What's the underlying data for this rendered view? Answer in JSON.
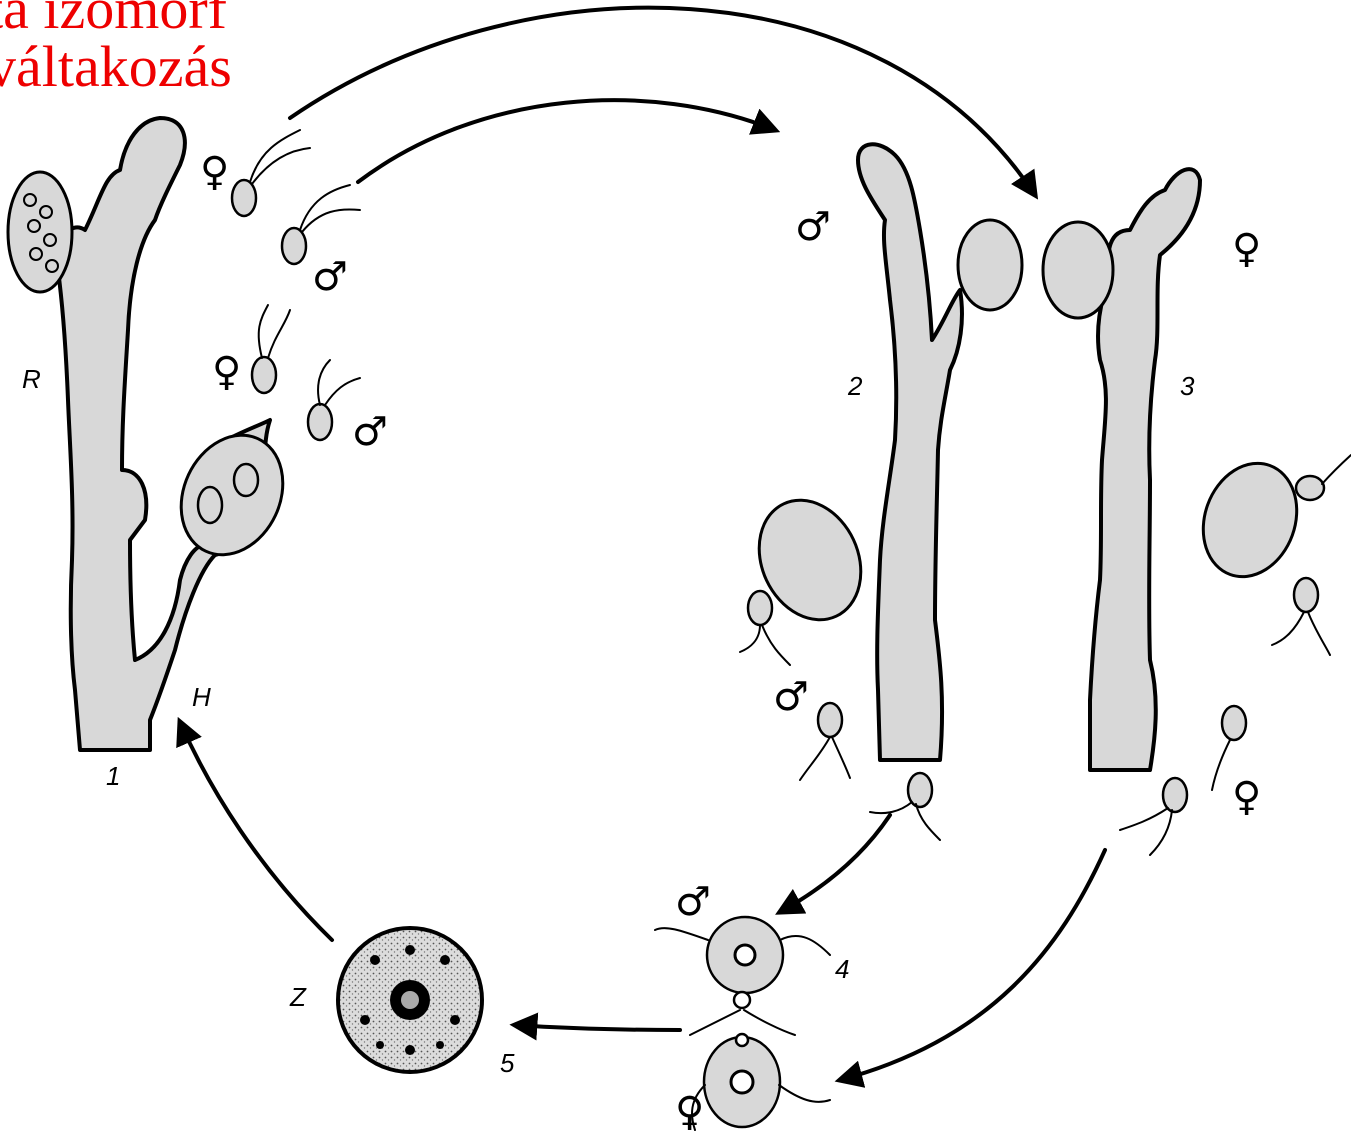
{
  "title": {
    "line1": "nta izomorf",
    "line2": "kváltakozás"
  },
  "labels": {
    "stage1": "1",
    "stage2": "2",
    "stage3": "3",
    "stage4": "4",
    "stage5": "5",
    "R": "R",
    "H": "H",
    "Z": "Z"
  },
  "symbols": {
    "female": "♀",
    "male": "♂"
  },
  "colors": {
    "title": "#ee0000",
    "ink": "#000000",
    "stipple": "#d8d8d8"
  }
}
